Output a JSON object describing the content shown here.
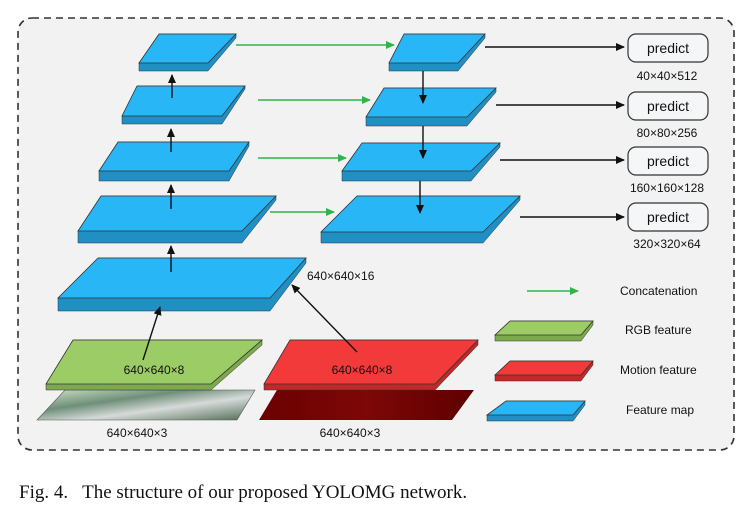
{
  "diagram": {
    "input_labels": {
      "rgb_input": "640×640×3",
      "motion_input": "640×640×3",
      "rgb_feature": "640×640×8",
      "motion_feature": "640×640×8",
      "first_feature": "640×640×16"
    },
    "predict_label": "predict",
    "outputs": [
      {
        "label": "predict",
        "shape": "40×40×512"
      },
      {
        "label": "predict",
        "shape": "80×80×256"
      },
      {
        "label": "predict",
        "shape": "160×160×128"
      },
      {
        "label": "predict",
        "shape": "320×320×64"
      }
    ],
    "legend": {
      "concatenation": "Concatenation",
      "rgb_feature": "RGB feature",
      "motion_feature": "Motion feature",
      "feature_map": "Feature map"
    },
    "colors": {
      "feature_map": "#29b6f6",
      "rgb_feature": "#9ccc65",
      "motion_feature": "#f23a3a",
      "concat_arrow": "#2fb34a",
      "panel_bg": "#f2f2f2"
    }
  },
  "caption": {
    "label": "Fig. 4.",
    "text": "The structure of our proposed YOLOMG network."
  }
}
